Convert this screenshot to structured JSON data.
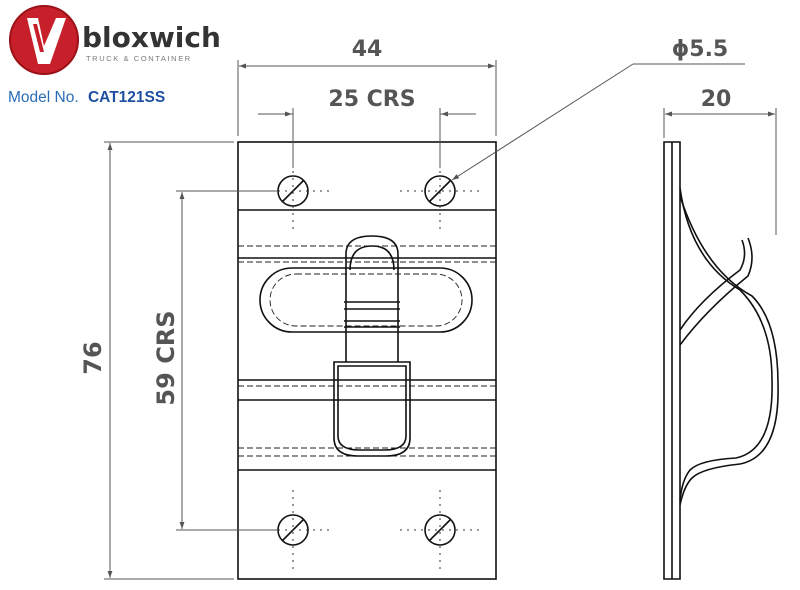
{
  "brand": {
    "name": "bloxwich",
    "subtitle": "TRUCK & CONTAINER",
    "accent_color": "#c8202a"
  },
  "model": {
    "label": "Model No.",
    "number": "CAT121SS",
    "label_color": "#2a6db5",
    "number_color": "#1f4fa0"
  },
  "dimensions": {
    "overall_width": "44",
    "hole_centres_horizontal": "25 CRS",
    "hole_diameter": "ϕ5.5",
    "side_depth": "20",
    "overall_height": "76",
    "hole_centres_vertical": "59 CRS"
  }
}
